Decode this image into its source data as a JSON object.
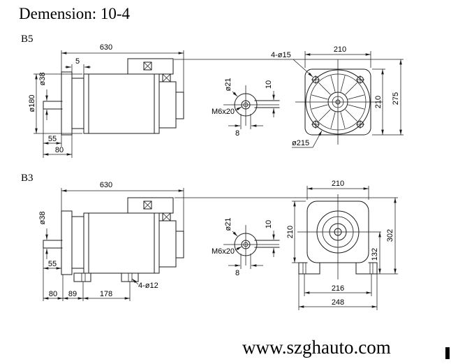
{
  "page": {
    "title": "Demension: 10-4",
    "footer": "www.szghauto.com"
  },
  "b5": {
    "label": "B5",
    "side": {
      "length": "630",
      "gap": "5",
      "shaft_dia": "ø38",
      "body_dia": "ø180",
      "shaft_len": "55",
      "front_len": "80"
    },
    "shaft_end": {
      "dia": "ø21",
      "key_height": "10",
      "tap": "M6x20",
      "key_width": "8"
    },
    "flange": {
      "holes": "4-ø15",
      "width": "210",
      "height": "210",
      "overall_height": "275",
      "spigot_dia": "ø215"
    }
  },
  "b3": {
    "label": "B3",
    "side": {
      "length": "630",
      "shaft_dia": "ø38",
      "shaft_len": "55",
      "d80": "80",
      "d89": "89",
      "d178": "178",
      "foot_holes": "4-ø12"
    },
    "shaft_end": {
      "dia": "ø21",
      "key_height": "10",
      "tap": "M6x20",
      "key_width": "8"
    },
    "rear": {
      "width": "210",
      "height": "210",
      "overall_height": "302",
      "shaft_height": "132",
      "foot_hole_span": "216",
      "foot_width": "248"
    }
  }
}
